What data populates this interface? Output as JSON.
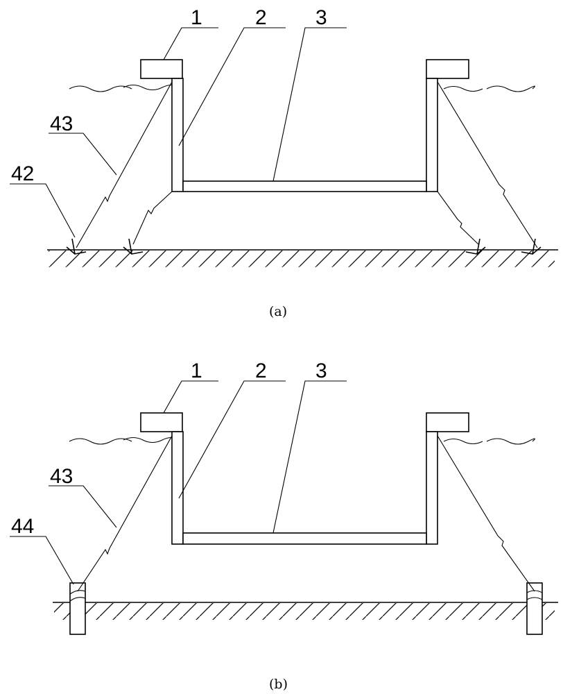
{
  "figure_a": {
    "caption": "(a)",
    "labels": {
      "float": "1",
      "side_wall": "2",
      "bottom_plate": "3",
      "anchor_cable": "43",
      "anchor": "42"
    }
  },
  "figure_b": {
    "caption": "(b)",
    "labels": {
      "float": "1",
      "side_wall": "2",
      "bottom_plate": "3",
      "anchor_cable": "43",
      "pile": "44"
    }
  }
}
